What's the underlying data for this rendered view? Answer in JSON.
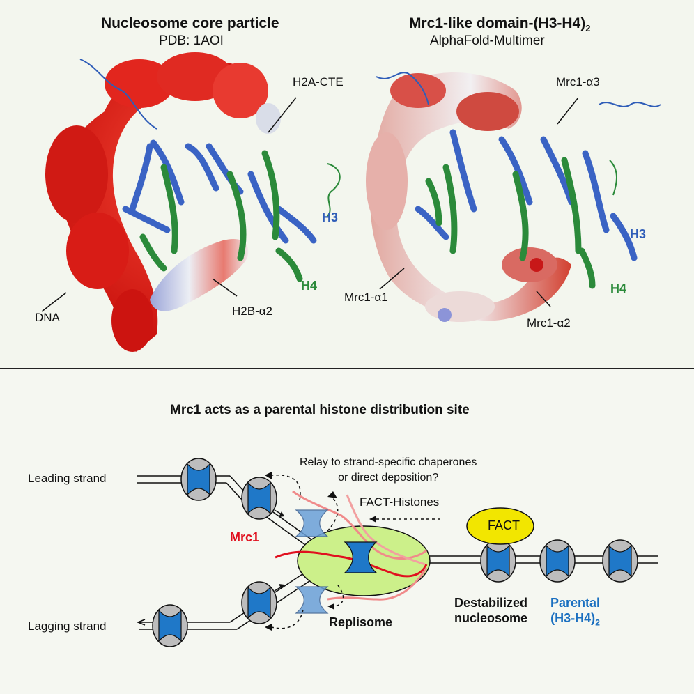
{
  "top": {
    "left": {
      "title": "Nucleosome core particle",
      "subtitle": "PDB: 1AOI",
      "labels": {
        "h2a_cte": "H2A-CTE",
        "h3": "H3",
        "h4": "H4",
        "dna": "DNA",
        "h2b_a2": "H2B-α2"
      }
    },
    "right": {
      "title": "Mrc1-like domain-(H3-H4)",
      "title_sub": "2",
      "subtitle": "AlphaFold-Multimer",
      "labels": {
        "mrc1_a3": "Mrc1-α3",
        "h3": "H3",
        "h4": "H4",
        "mrc1_a1": "Mrc1-α1",
        "mrc1_a2": "Mrc1-α2"
      }
    }
  },
  "bottom": {
    "title": "Mrc1 acts as a parental histone distribution site",
    "leading_strand": "Leading strand",
    "lagging_strand": "Lagging strand",
    "relay_line1": "Relay to strand-specific chaperones",
    "relay_line2": "or direct deposition?",
    "fact_histones": "FACT-Histones",
    "mrc1": "Mrc1",
    "fact": "FACT",
    "replisome": "Replisome",
    "destabilized_line1": "Destabilized",
    "destabilized_line2": "nucleosome",
    "parental_line1": "Parental",
    "parental_line2": "(H3-H4)",
    "parental_sub": "2"
  },
  "colors": {
    "dna_red": "#e3201b",
    "h3_blue": "#3a63c4",
    "h4_green": "#2b8a3a",
    "histone_blue": "#1f78c8",
    "replisome_green": "#ccf08a",
    "fact_yellow": "#f2e600",
    "mrc1_red": "#e0101f"
  }
}
